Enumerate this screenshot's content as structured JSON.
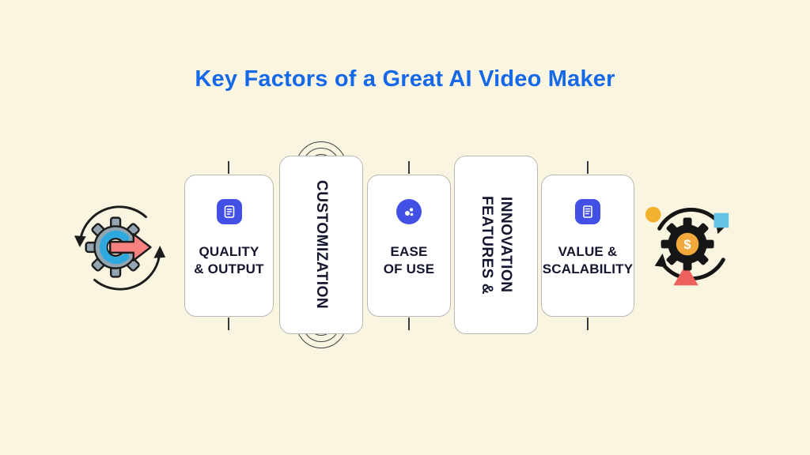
{
  "page": {
    "background": "#faf5e1",
    "title": "Key Factors of a Great AI Video Maker",
    "title_color": "#1568e8"
  },
  "cards": [
    {
      "id": "quality-output",
      "orientation": "horizontal",
      "icon": "video-settings-icon",
      "lines": [
        "QUALITY",
        "& OUTPUT"
      ]
    },
    {
      "id": "customization",
      "orientation": "vertical",
      "icon": null,
      "lines": [
        "CUSTOMIZATION"
      ]
    },
    {
      "id": "ease-of-use",
      "orientation": "horizontal",
      "icon": "bubbles-icon",
      "lines": [
        "EASE",
        "OF USE"
      ]
    },
    {
      "id": "features-innovation",
      "orientation": "vertical",
      "icon": null,
      "lines": [
        "FEATURES &",
        "INNOVATION"
      ]
    },
    {
      "id": "value-scalability",
      "orientation": "horizontal",
      "icon": "document-icon",
      "lines": [
        "VALUE &",
        "SCALABILITY"
      ]
    }
  ],
  "illustrations": {
    "left": {
      "name": "gear-sync-illustration"
    },
    "right": {
      "name": "gear-money-cycle-illustration",
      "dollar": "$"
    }
  },
  "colors": {
    "icon_blue": "#4350e6",
    "card_text": "#14152e",
    "accent_pink": "#f8827f",
    "accent_yellow": "#f2b12e",
    "accent_lightblue": "#65c3e8",
    "accent_red": "#ef615e",
    "gear_gray": "#93a5b1",
    "coin_orange": "#f3a83b",
    "arc_blue": "#2ea9e0"
  }
}
